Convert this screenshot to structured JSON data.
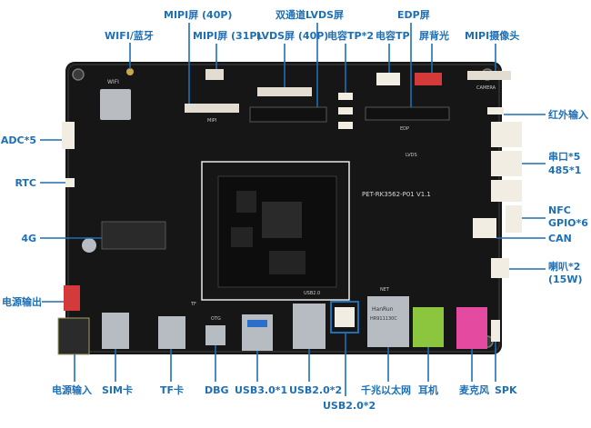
{
  "board": {
    "silk_model": "PET-RK3562-P01 V1.1",
    "silk_camera": "CAMERA",
    "silk_wifi": "WIFI",
    "silk_mipi": "MIPI",
    "silk_edp": "EDP",
    "silk_lvds": "LVDS",
    "silk_net": "NET",
    "silk_usb": "USB2.0",
    "silk_tf": "TF",
    "silk_otg": "OTG",
    "ethernet_brand": "HanRun",
    "ethernet_part": "HR911130C"
  },
  "labels": {
    "mipi40": "MIPI屏 (40P)",
    "dual_lvds": "双通道LVDS屏",
    "edp": "EDP屏",
    "wifi": "WIFI/蓝牙",
    "mipi31": "MIPI屏 (31P)",
    "lvds40": "LVDS屏 (40P)",
    "tp2": "电容TP*2",
    "tp": "电容TP",
    "backlight": "屏背光",
    "mipi_cam": "MIPI摄像头",
    "ir": "红外输入",
    "adc": "ADC*5",
    "rtc": "RTC",
    "lte": "4G",
    "power_out": "电源输出",
    "serial": "串口*5",
    "rs485": "485*1",
    "nfc": "NFC",
    "gpio": "GPIO*6",
    "can": "CAN",
    "speaker": "喇叭*2",
    "speaker_power": "(15W)",
    "power_in": "电源输入",
    "sim": "SIM卡",
    "tf": "TF卡",
    "dbg": "DBG",
    "usb3": "USB3.0*1",
    "usb2a": "USB2.0*2",
    "ethernet": "千兆以太网",
    "earphone": "耳机",
    "mic": "麦克风",
    "spk": "SPK",
    "usb2b": "USB2.0*2"
  },
  "colors": {
    "label": "#1f6fb5",
    "pcb": "#161616",
    "connector_white": "#f1ede2",
    "connector_red": "#d43a3a",
    "audio_green": "#8cc63f",
    "audio_pink": "#e44ba0",
    "usb_blue": "#2a6fc9"
  }
}
